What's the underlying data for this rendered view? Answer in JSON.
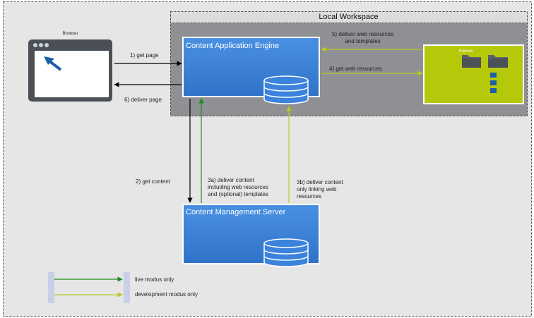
{
  "workspace": {
    "title": "Local Workspace"
  },
  "browser": {
    "label": "Browser"
  },
  "engine": {
    "title": "Content Application Engine"
  },
  "server": {
    "title": "Content Management Server"
  },
  "themes": {
    "label": "themes"
  },
  "arrows": {
    "get_page": "1) get page",
    "deliver_page": "6) deliver page",
    "get_content": "2) get content",
    "deliver_content_a": [
      "3a) deliver content",
      "including web resources",
      "and (optional) templates"
    ],
    "deliver_content_b": [
      "3b) deliver content",
      "only linking web",
      "resources"
    ],
    "get_web_resources": "4) get web resources",
    "deliver_web_resources": [
      "5) deliver web resources",
      "and templates"
    ]
  },
  "legend": {
    "live": "live modus only",
    "development": "development modus only"
  },
  "colors": {
    "background": "#e6e6e6",
    "workspace_bg": "#8e9094",
    "blue_box": "#3b83dc",
    "lime_box": "#b6c80a",
    "live_arrow": "#1e8c1e",
    "dev_arrow": "#b9c81e",
    "browser_frame": "#4b5057",
    "cursor": "#1d5fa4"
  }
}
